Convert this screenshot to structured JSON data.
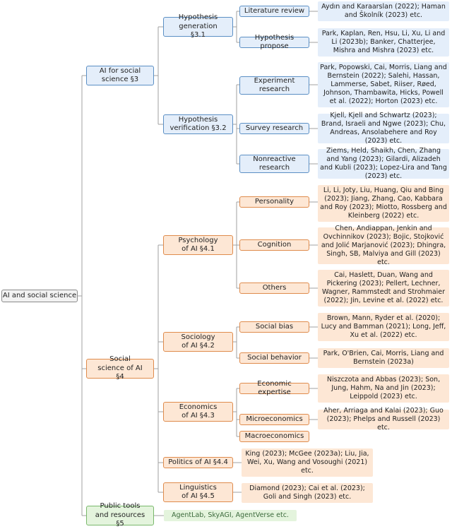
{
  "root": "AI and social science",
  "branches": {
    "ai_for_ss": "AI for social science §3",
    "ss_of_ai": "Social science of AI §4",
    "tools": "Public tools and resources §5"
  },
  "subs": {
    "hyp_gen": "Hypothesis generation §3.1",
    "hyp_ver": "Hypothesis verification §3.2",
    "psych": "Psychology of AI §4.1",
    "soc": "Sociology of AI §4.2",
    "econ": "Economics of AI §4.3",
    "pol": "Politics of AI §4.4",
    "ling": "Linguistics of AI §4.5"
  },
  "leaves": {
    "lit": "Literature review",
    "hprop": "Hypothesis propose",
    "exp": "Experiment research",
    "survey": "Survey research",
    "nonreact": "Nonreactive research",
    "pers": "Personality",
    "cog": "Cognition",
    "others": "Others",
    "sbias": "Social bias",
    "sbeh": "Social behavior",
    "econexp": "Economic expertise",
    "micro": "Microeconomics",
    "macro": "Macroeconomics"
  },
  "refs": {
    "lit": "Aydın and Karaarslan (2022); Haman and Školník (2023) etc.",
    "hprop": "Park, Kaplan, Ren, Hsu, Li, Xu, Li and Li (2023b); Banker, Chatterjee, Mishra and Mishra (2023) etc.",
    "exp": "Park, Popowski, Cai, Morris, Liang and Bernstein (2022); Salehi, Hassan, Lammerse, Sabet, Riiser, Røed, Johnson, Thambawita, Hicks, Powell et al. (2022); Horton (2023) etc.",
    "survey": "Kjell, Kjell and Schwartz (2023); Brand, Israeli and Ngwe (2023); Chu, Andreas, Ansolabehere and Roy (2023) etc.",
    "nonreact": "Ziems, Held, Shaikh, Chen, Zhang and Yang (2023); Gilardi, Alizadeh and Kubli (2023); Lopez-Lira and Tang (2023) etc.",
    "pers": "Li, Li, Joty, Liu, Huang, Qiu and Bing (2023); Jiang, Zhang, Cao, Kabbara and Roy (2023); Miotto, Rossberg and Kleinberg (2022) etc.",
    "cog": "Chen, Andiappan, Jenkin and Ovchinnikov (2023); Bojic, Stojković and Jolić Marjanović (2023); Dhingra, Singh, SB, Malviya and Gill (2023) etc.",
    "others": "Cai, Haslett, Duan, Wang and Pickering (2023); Pellert, Lechner, Wagner, Rammstedt and Strohmaier (2022); Jin, Levine et al. (2022) etc.",
    "sbias": "Brown, Mann, Ryder et al. (2020); Lucy and Bamman (2021); Long, Jeff, Xu et al. (2022) etc.",
    "sbeh": "Park, O'Brien, Cai, Morris, Liang and Bernstein (2023a)",
    "econexp": "Niszczota and Abbas (2023); Son, Jung, Hahm, Na and Jin (2023); Leippold (2023) etc.",
    "micro": "Aher, Arriaga and Kalai (2023); Guo (2023); Phelps and Russell (2023) etc.",
    "pol": "King (2023); McGee (2023a); Liu, Jia, Wei, Xu, Wang and Vosoughi (2021) etc.",
    "ling": "Diamond (2023); Cai et al. (2023); Goli and Singh (2023) etc.",
    "tools": "AgentLab, SkyAGI, AgentVerse etc."
  }
}
